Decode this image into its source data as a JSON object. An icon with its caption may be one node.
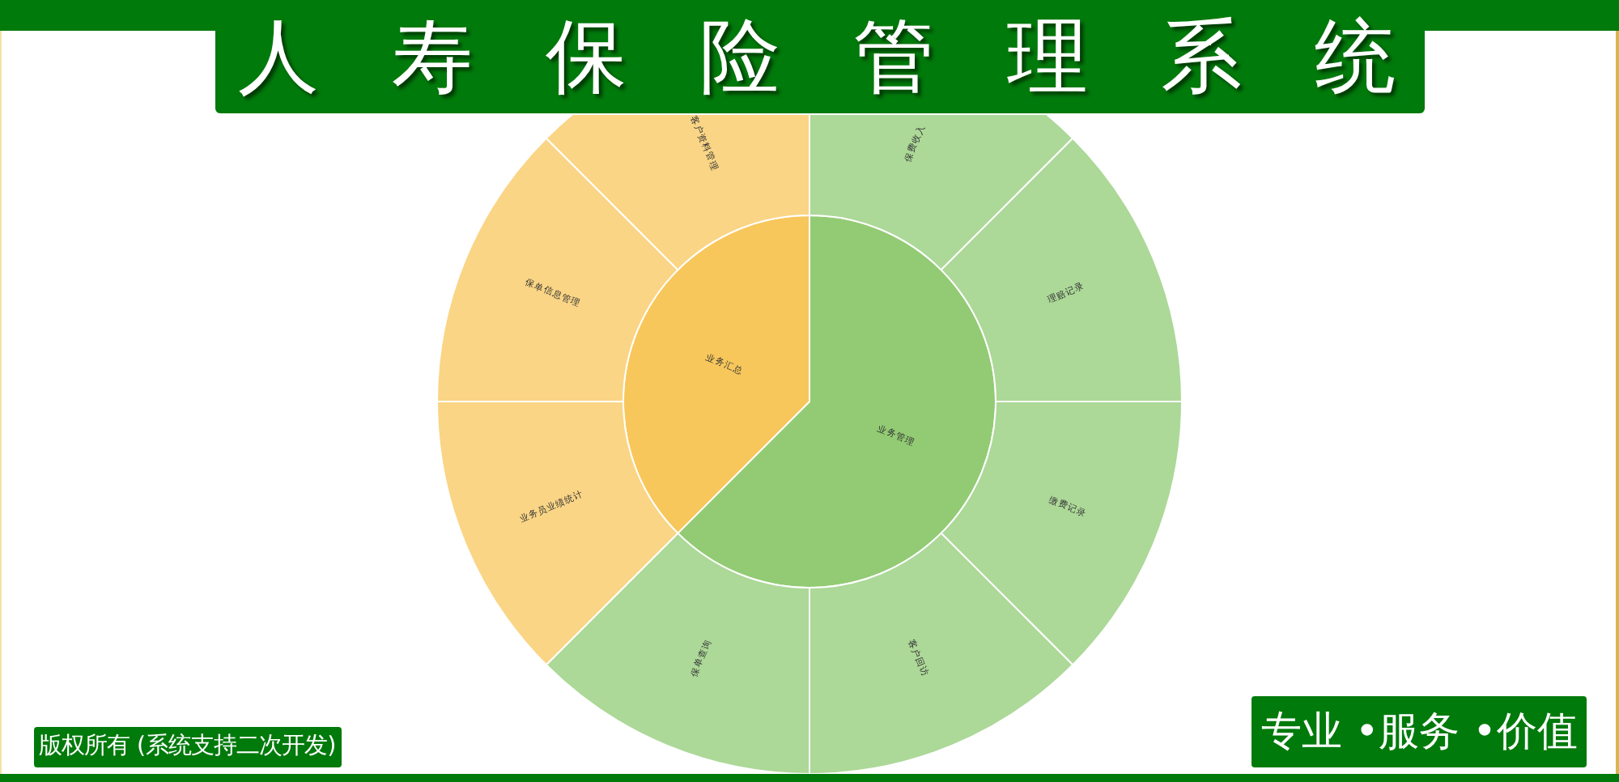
{
  "diagram": {
    "title": "人寿保险管理系统",
    "nodes": [
      {
        "text": [
          "业务管理"
        ]
      },
      {
        "text": [
          "业务汇总"
        ]
      },
      {
        "text": [
          "保费收入"
        ]
      },
      {
        "text": [
          "理赔记录"
        ]
      },
      {
        "text": [
          "缴费记录"
        ]
      },
      {
        "text": [
          "客户回访"
        ]
      },
      {
        "text": [
          "保单查询"
        ]
      },
      {
        "text": [
          "业务员业绩统计"
        ]
      },
      {
        "text": [
          "保单信息管理"
        ]
      },
      {
        "text": [
          "客户资料管理"
        ]
      }
    ],
    "labels": [
      "版权所有 (系统支持二次开发)",
      "专业 •服务 •价值"
    ]
  }
}
